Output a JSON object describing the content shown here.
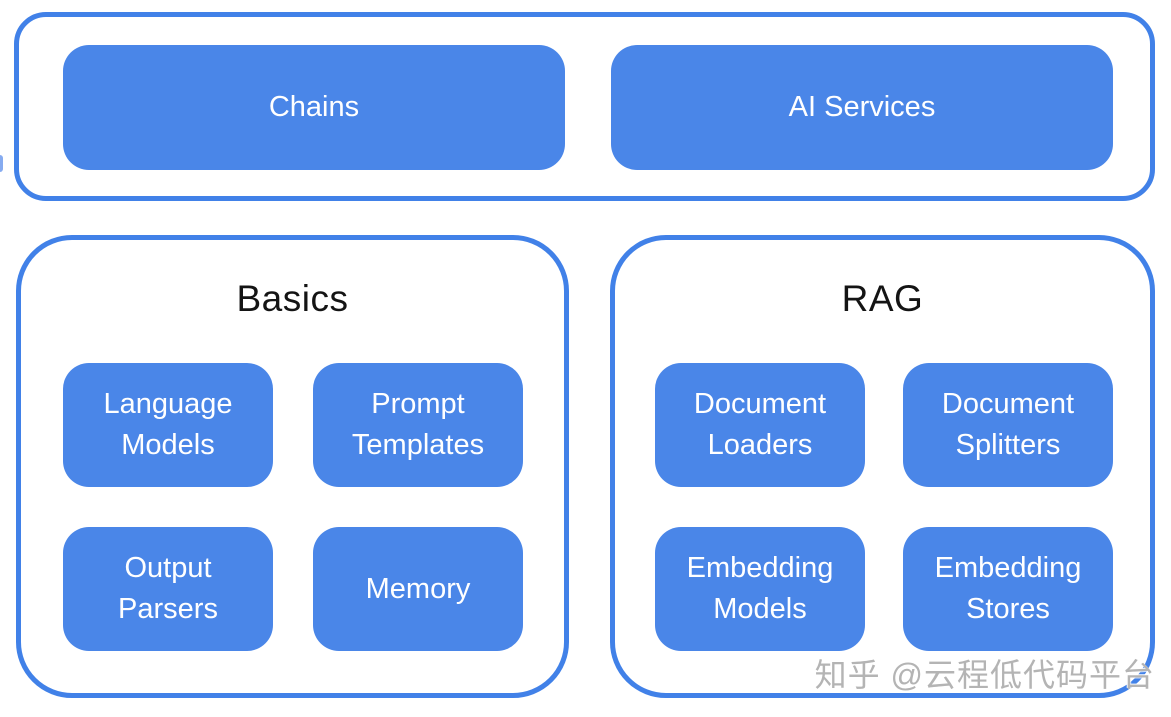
{
  "diagram": {
    "top_group": {
      "items": [
        {
          "label": "Chains"
        },
        {
          "label": "AI Services"
        }
      ]
    },
    "groups": [
      {
        "title": "Basics",
        "items": [
          {
            "label": "Language Models"
          },
          {
            "label": "Prompt Templates"
          },
          {
            "label": "Output Parsers"
          },
          {
            "label": "Memory"
          }
        ]
      },
      {
        "title": "RAG",
        "items": [
          {
            "label": "Document Loaders"
          },
          {
            "label": "Document Splitters"
          },
          {
            "label": "Embedding Models"
          },
          {
            "label": "Embedding Stores"
          }
        ]
      }
    ],
    "watermark": {
      "text": "知乎 @云程低代码平台"
    },
    "colors": {
      "box_fill": "#4a86e8",
      "container_border": "#4181e8",
      "box_text": "#ffffff",
      "title_text": "#141414",
      "watermark": "#b4b4b4"
    }
  }
}
